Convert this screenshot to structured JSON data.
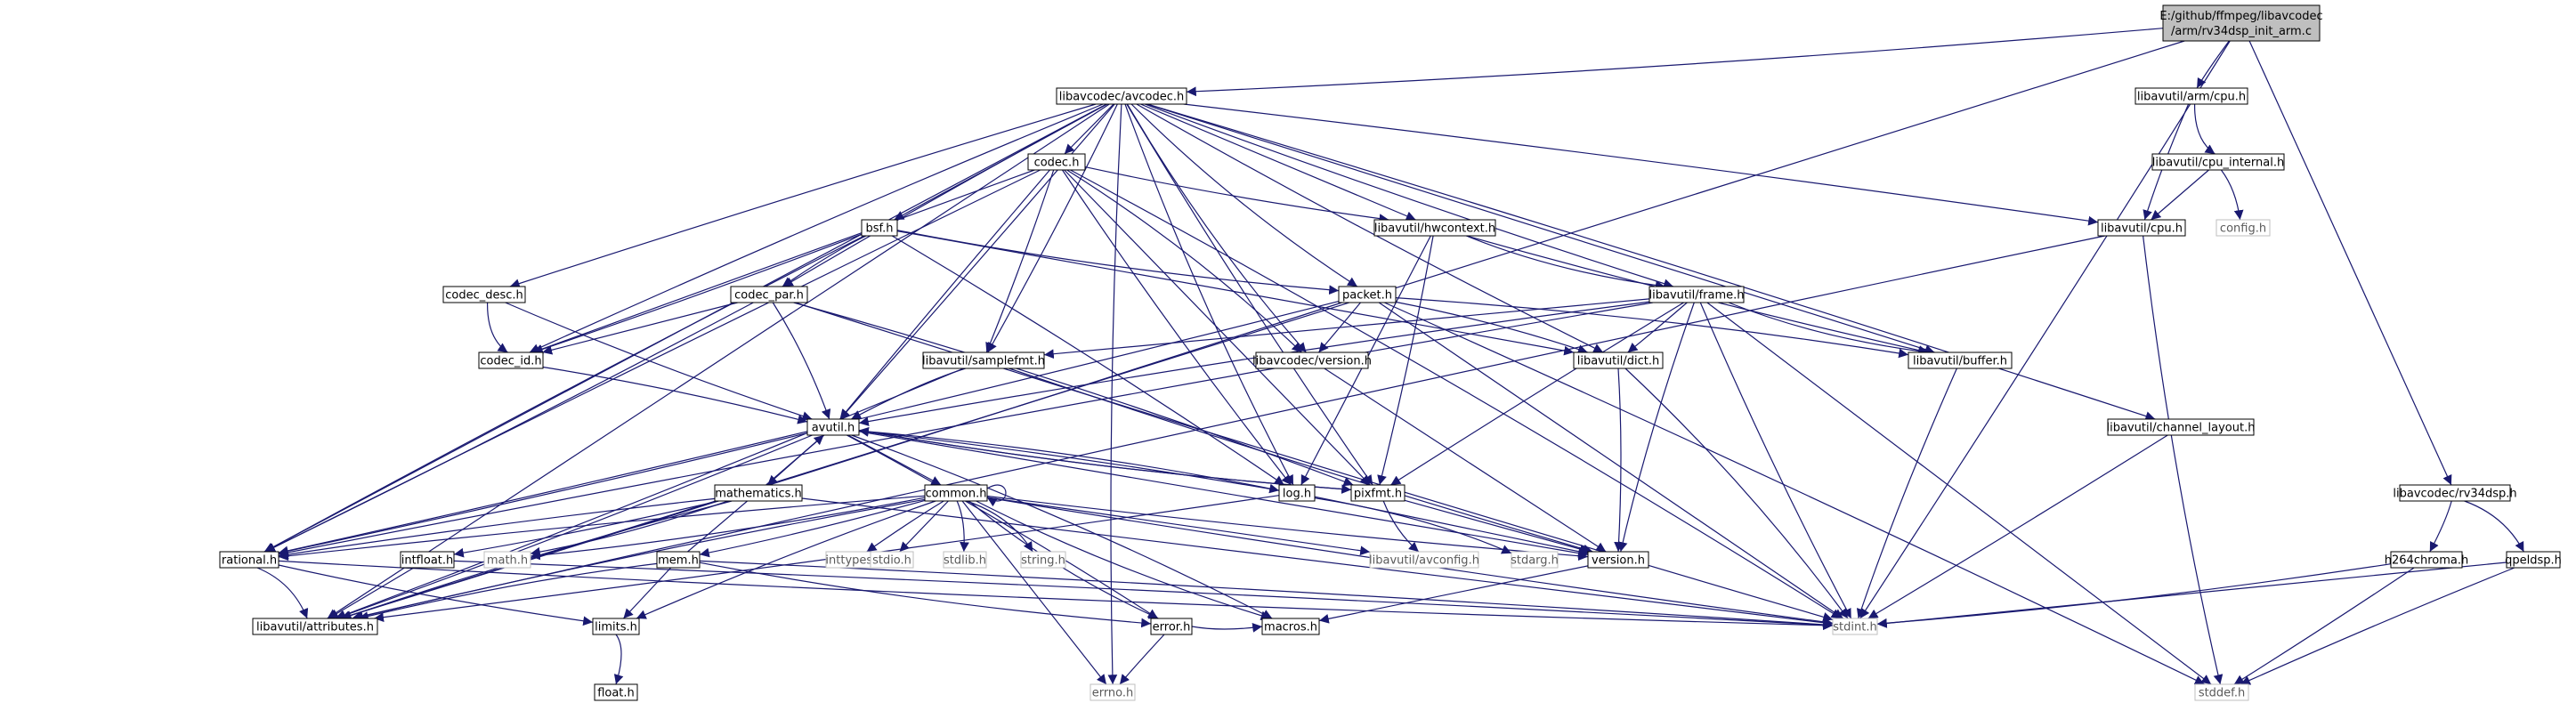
{
  "colors": {
    "edge": "#191970",
    "node_border": "#000000",
    "root_fill": "#bfbfbf",
    "external_border": "#bfbfbf",
    "background": "#ffffff"
  },
  "nodes": [
    {
      "id": "root",
      "label": [
        "E:/github/ffmpeg/libavcodec",
        "/arm/rv34dsp_init_arm.c"
      ],
      "kind": "root"
    },
    {
      "id": "avcodec",
      "label": [
        "libavcodec/avcodec.h"
      ],
      "kind": "normal"
    },
    {
      "id": "armcpu",
      "label": [
        "libavutil/arm/cpu.h"
      ],
      "kind": "normal"
    },
    {
      "id": "cpuinternal",
      "label": [
        "libavutil/cpu_internal.h"
      ],
      "kind": "normal"
    },
    {
      "id": "cpu",
      "label": [
        "libavutil/cpu.h"
      ],
      "kind": "normal"
    },
    {
      "id": "config",
      "label": [
        "config.h"
      ],
      "kind": "external"
    },
    {
      "id": "codec",
      "label": [
        "codec.h"
      ],
      "kind": "normal"
    },
    {
      "id": "hwcontext",
      "label": [
        "libavutil/hwcontext.h"
      ],
      "kind": "normal"
    },
    {
      "id": "bsf",
      "label": [
        "bsf.h"
      ],
      "kind": "normal"
    },
    {
      "id": "codec_desc",
      "label": [
        "codec_desc.h"
      ],
      "kind": "normal"
    },
    {
      "id": "codec_par",
      "label": [
        "codec_par.h"
      ],
      "kind": "normal"
    },
    {
      "id": "packet",
      "label": [
        "packet.h"
      ],
      "kind": "normal"
    },
    {
      "id": "frame",
      "label": [
        "libavutil/frame.h"
      ],
      "kind": "normal"
    },
    {
      "id": "codec_id",
      "label": [
        "codec_id.h"
      ],
      "kind": "normal"
    },
    {
      "id": "samplefmt",
      "label": [
        "libavutil/samplefmt.h"
      ],
      "kind": "normal"
    },
    {
      "id": "avcversion",
      "label": [
        "libavcodec/version.h"
      ],
      "kind": "normal"
    },
    {
      "id": "dict",
      "label": [
        "libavutil/dict.h"
      ],
      "kind": "normal"
    },
    {
      "id": "buffer",
      "label": [
        "libavutil/buffer.h"
      ],
      "kind": "normal"
    },
    {
      "id": "channel_layout",
      "label": [
        "libavutil/channel_layout.h"
      ],
      "kind": "normal"
    },
    {
      "id": "avutil",
      "label": [
        "avutil.h"
      ],
      "kind": "normal"
    },
    {
      "id": "log",
      "label": [
        "log.h"
      ],
      "kind": "normal"
    },
    {
      "id": "pixfmt",
      "label": [
        "pixfmt.h"
      ],
      "kind": "normal"
    },
    {
      "id": "mathematics",
      "label": [
        "mathematics.h"
      ],
      "kind": "normal"
    },
    {
      "id": "common",
      "label": [
        "common.h"
      ],
      "kind": "normal"
    },
    {
      "id": "rational",
      "label": [
        "rational.h"
      ],
      "kind": "normal"
    },
    {
      "id": "intfloat",
      "label": [
        "intfloat.h"
      ],
      "kind": "normal"
    },
    {
      "id": "math",
      "label": [
        "math.h"
      ],
      "kind": "external"
    },
    {
      "id": "mem",
      "label": [
        "mem.h"
      ],
      "kind": "normal"
    },
    {
      "id": "inttypes",
      "label": [
        "inttypes.h"
      ],
      "kind": "external"
    },
    {
      "id": "stdio",
      "label": [
        "stdio.h"
      ],
      "kind": "external"
    },
    {
      "id": "stdlib",
      "label": [
        "stdlib.h"
      ],
      "kind": "external"
    },
    {
      "id": "string",
      "label": [
        "string.h"
      ],
      "kind": "external"
    },
    {
      "id": "avconfig",
      "label": [
        "libavutil/avconfig.h"
      ],
      "kind": "external"
    },
    {
      "id": "stdarg",
      "label": [
        "stdarg.h"
      ],
      "kind": "external"
    },
    {
      "id": "version",
      "label": [
        "version.h"
      ],
      "kind": "normal"
    },
    {
      "id": "attributes",
      "label": [
        "libavutil/attributes.h"
      ],
      "kind": "normal"
    },
    {
      "id": "limits",
      "label": [
        "limits.h"
      ],
      "kind": "normal"
    },
    {
      "id": "float",
      "label": [
        "float.h"
      ],
      "kind": "normal"
    },
    {
      "id": "error",
      "label": [
        "error.h"
      ],
      "kind": "normal"
    },
    {
      "id": "macros",
      "label": [
        "macros.h"
      ],
      "kind": "normal"
    },
    {
      "id": "errno",
      "label": [
        "errno.h"
      ],
      "kind": "external"
    },
    {
      "id": "stdint",
      "label": [
        "stdint.h"
      ],
      "kind": "external"
    },
    {
      "id": "stddef",
      "label": [
        "stddef.h"
      ],
      "kind": "external"
    },
    {
      "id": "rv34dsp",
      "label": [
        "libavcodec/rv34dsp.h"
      ],
      "kind": "normal"
    },
    {
      "id": "h264chroma",
      "label": [
        "h264chroma.h"
      ],
      "kind": "normal"
    },
    {
      "id": "qpeldsp",
      "label": [
        "qpeldsp.h"
      ],
      "kind": "normal"
    }
  ],
  "edges": [
    [
      "root",
      "avcodec"
    ],
    [
      "root",
      "armcpu"
    ],
    [
      "root",
      "rv34dsp"
    ],
    [
      "root",
      "attributes"
    ],
    [
      "root",
      "stdint"
    ],
    [
      "armcpu",
      "cpuinternal"
    ],
    [
      "armcpu",
      "cpu"
    ],
    [
      "cpuinternal",
      "cpu"
    ],
    [
      "cpuinternal",
      "config"
    ],
    [
      "cpu",
      "attributes"
    ],
    [
      "cpu",
      "stddef"
    ],
    [
      "avcodec",
      "codec"
    ],
    [
      "avcodec",
      "bsf"
    ],
    [
      "avcodec",
      "codec_desc"
    ],
    [
      "avcodec",
      "codec_par"
    ],
    [
      "avcodec",
      "packet"
    ],
    [
      "avcodec",
      "frame"
    ],
    [
      "avcodec",
      "hwcontext"
    ],
    [
      "avcodec",
      "cpu"
    ],
    [
      "avcodec",
      "samplefmt"
    ],
    [
      "avcodec",
      "avcversion"
    ],
    [
      "avcodec",
      "dict"
    ],
    [
      "avcodec",
      "buffer"
    ],
    [
      "avcodec",
      "channel_layout"
    ],
    [
      "avcodec",
      "avutil"
    ],
    [
      "avcodec",
      "log"
    ],
    [
      "avcodec",
      "pixfmt"
    ],
    [
      "avcodec",
      "rational"
    ],
    [
      "avcodec",
      "attributes"
    ],
    [
      "avcodec",
      "codec_id"
    ],
    [
      "avcodec",
      "errno"
    ],
    [
      "codec",
      "hwcontext"
    ],
    [
      "codec",
      "codec_id"
    ],
    [
      "codec",
      "samplefmt"
    ],
    [
      "codec",
      "avcversion"
    ],
    [
      "codec",
      "avutil"
    ],
    [
      "codec",
      "log"
    ],
    [
      "codec",
      "pixfmt"
    ],
    [
      "codec",
      "rational"
    ],
    [
      "codec",
      "stdint"
    ],
    [
      "hwcontext",
      "frame"
    ],
    [
      "hwcontext",
      "buffer"
    ],
    [
      "hwcontext",
      "log"
    ],
    [
      "hwcontext",
      "pixfmt"
    ],
    [
      "bsf",
      "codec_par"
    ],
    [
      "bsf",
      "packet"
    ],
    [
      "bsf",
      "codec_id"
    ],
    [
      "bsf",
      "dict"
    ],
    [
      "bsf",
      "log"
    ],
    [
      "bsf",
      "rational"
    ],
    [
      "codec_desc",
      "codec_id"
    ],
    [
      "codec_desc",
      "avutil"
    ],
    [
      "codec_par",
      "codec_id"
    ],
    [
      "codec_par",
      "avutil"
    ],
    [
      "codec_par",
      "pixfmt"
    ],
    [
      "codec_par",
      "rational"
    ],
    [
      "codec_par",
      "stdint"
    ],
    [
      "packet",
      "avcversion"
    ],
    [
      "packet",
      "dict"
    ],
    [
      "packet",
      "buffer"
    ],
    [
      "packet",
      "rational"
    ],
    [
      "packet",
      "attributes"
    ],
    [
      "packet",
      "stdint"
    ],
    [
      "packet",
      "stddef"
    ],
    [
      "frame",
      "avutil"
    ],
    [
      "frame",
      "buffer"
    ],
    [
      "frame",
      "dict"
    ],
    [
      "frame",
      "samplefmt"
    ],
    [
      "frame",
      "pixfmt"
    ],
    [
      "frame",
      "rational"
    ],
    [
      "frame",
      "version"
    ],
    [
      "frame",
      "stdint"
    ],
    [
      "frame",
      "stddef"
    ],
    [
      "codec_id",
      "avutil"
    ],
    [
      "samplefmt",
      "avutil"
    ],
    [
      "samplefmt",
      "attributes"
    ],
    [
      "samplefmt",
      "version"
    ],
    [
      "avcversion",
      "version"
    ],
    [
      "dict",
      "version"
    ],
    [
      "dict",
      "stdint"
    ],
    [
      "buffer",
      "stdint"
    ],
    [
      "channel_layout",
      "stdint"
    ],
    [
      "avutil",
      "common"
    ],
    [
      "avutil",
      "mathematics"
    ],
    [
      "avutil",
      "log"
    ],
    [
      "avutil",
      "pixfmt"
    ],
    [
      "avutil",
      "rational"
    ],
    [
      "avutil",
      "version"
    ],
    [
      "avutil",
      "error"
    ],
    [
      "avutil",
      "macros"
    ],
    [
      "avutil",
      "attributes"
    ],
    [
      "log",
      "attributes"
    ],
    [
      "log",
      "version"
    ],
    [
      "log",
      "avutil"
    ],
    [
      "log",
      "stdarg"
    ],
    [
      "pixfmt",
      "avutil"
    ],
    [
      "pixfmt",
      "avconfig"
    ],
    [
      "pixfmt",
      "version"
    ],
    [
      "mathematics",
      "rational"
    ],
    [
      "mathematics",
      "attributes"
    ],
    [
      "mathematics",
      "math"
    ],
    [
      "mathematics",
      "intfloat"
    ],
    [
      "mathematics",
      "stdint"
    ],
    [
      "common",
      "common"
    ],
    [
      "common",
      "attributes"
    ],
    [
      "common",
      "macros"
    ],
    [
      "common",
      "version"
    ],
    [
      "common",
      "avconfig"
    ],
    [
      "common",
      "inttypes"
    ],
    [
      "common",
      "limits"
    ],
    [
      "common",
      "math"
    ],
    [
      "common",
      "stdint"
    ],
    [
      "common",
      "stdio"
    ],
    [
      "common",
      "stdlib"
    ],
    [
      "common",
      "string"
    ],
    [
      "common",
      "error"
    ],
    [
      "common",
      "mem"
    ],
    [
      "common",
      "errno"
    ],
    [
      "common",
      "rational"
    ],
    [
      "rational",
      "attributes"
    ],
    [
      "rational",
      "stdint"
    ],
    [
      "rational",
      "limits"
    ],
    [
      "intfloat",
      "attributes"
    ],
    [
      "intfloat",
      "stdint"
    ],
    [
      "mem",
      "attributes"
    ],
    [
      "mem",
      "error"
    ],
    [
      "mem",
      "avutil"
    ],
    [
      "mem",
      "limits"
    ],
    [
      "mem",
      "stdint"
    ],
    [
      "limits",
      "float"
    ],
    [
      "error",
      "errno"
    ],
    [
      "error",
      "macros"
    ],
    [
      "version",
      "macros"
    ],
    [
      "rv34dsp",
      "h264chroma"
    ],
    [
      "rv34dsp",
      "qpeldsp"
    ],
    [
      "h264chroma",
      "stdint"
    ],
    [
      "h264chroma",
      "stddef"
    ],
    [
      "qpeldsp",
      "stdint"
    ],
    [
      "qpeldsp",
      "stddef"
    ]
  ]
}
